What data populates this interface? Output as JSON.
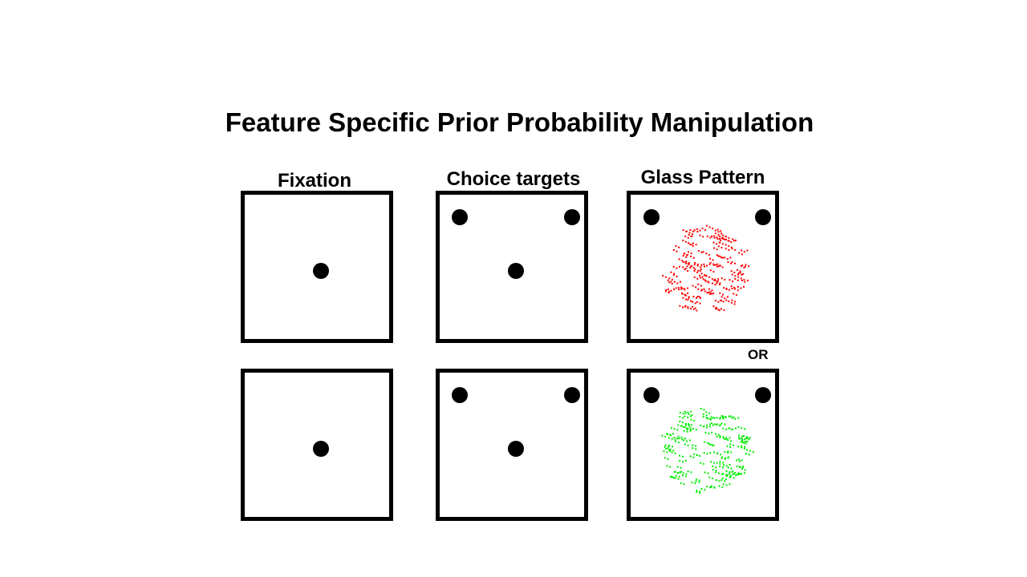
{
  "title": "Feature Specific Prior Probability Manipulation",
  "columns": [
    {
      "label": "Fixation"
    },
    {
      "label": "Choice targets"
    },
    {
      "label": "Glass Pattern"
    }
  ],
  "or_label": "OR",
  "rows": [
    {
      "glass_pattern_color": "#ff0000",
      "glass_pattern_orientation": "oriented dot pairs (red)"
    },
    {
      "glass_pattern_color": "#00ee00",
      "glass_pattern_orientation": "oriented dot pairs (green)"
    }
  ],
  "colors": {
    "frame": "#000000",
    "dot": "#000000",
    "red_pattern": "#ff0000",
    "green_pattern": "#00ee00",
    "background": "#ffffff"
  }
}
